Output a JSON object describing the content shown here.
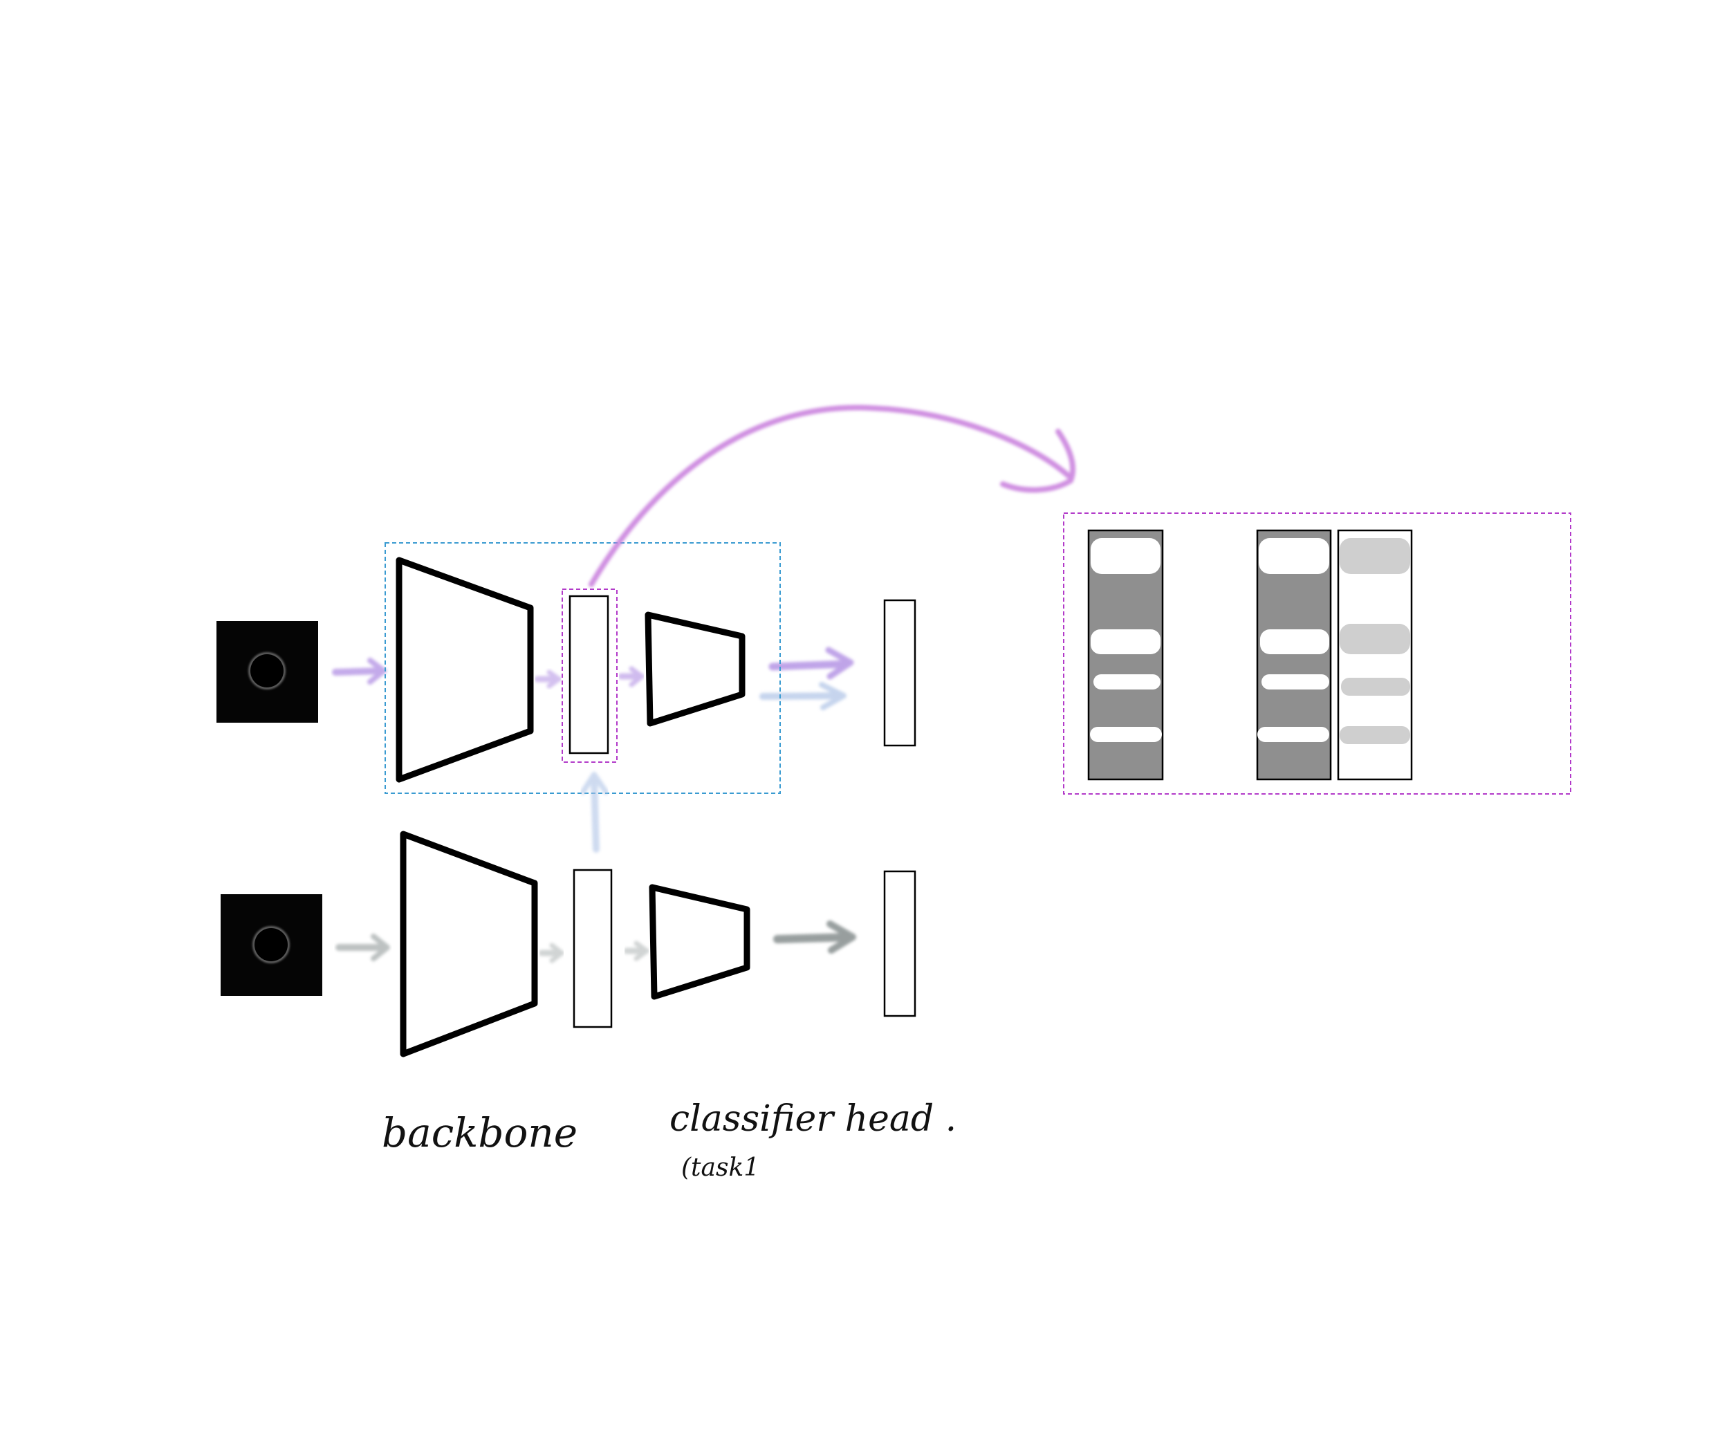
{
  "labels": {
    "backbone": "backbone",
    "classifier_head": "classifier head .",
    "task": "(task1"
  },
  "colors": {
    "background": "#ffffff",
    "block_stroke": "#000000",
    "input_image_bg": "#050505",
    "purple_arrow": "#c77bdc",
    "light_purple_arrow": "#b9a2e0",
    "blue_arrow": "#aec3e6",
    "gray_arrow": "#9aa1a1",
    "blue_dashed_box": "#3a9bd1",
    "magenta_dashed_box": "#b23ac9",
    "bar_gray": "#8f8f8f",
    "bar_highlight": "#ffffff",
    "bar_light_highlight": "#cfcfcf"
  },
  "icons": {
    "input_image": "dark-ring-icon"
  }
}
